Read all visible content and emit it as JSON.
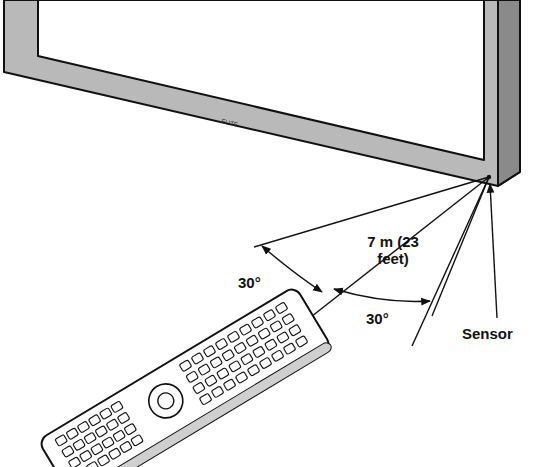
{
  "diagram": {
    "labels": [
      "ELITE",
      "30°",
      "7 m (23 feet)",
      "30°",
      "Sensor"
    ]
  }
}
